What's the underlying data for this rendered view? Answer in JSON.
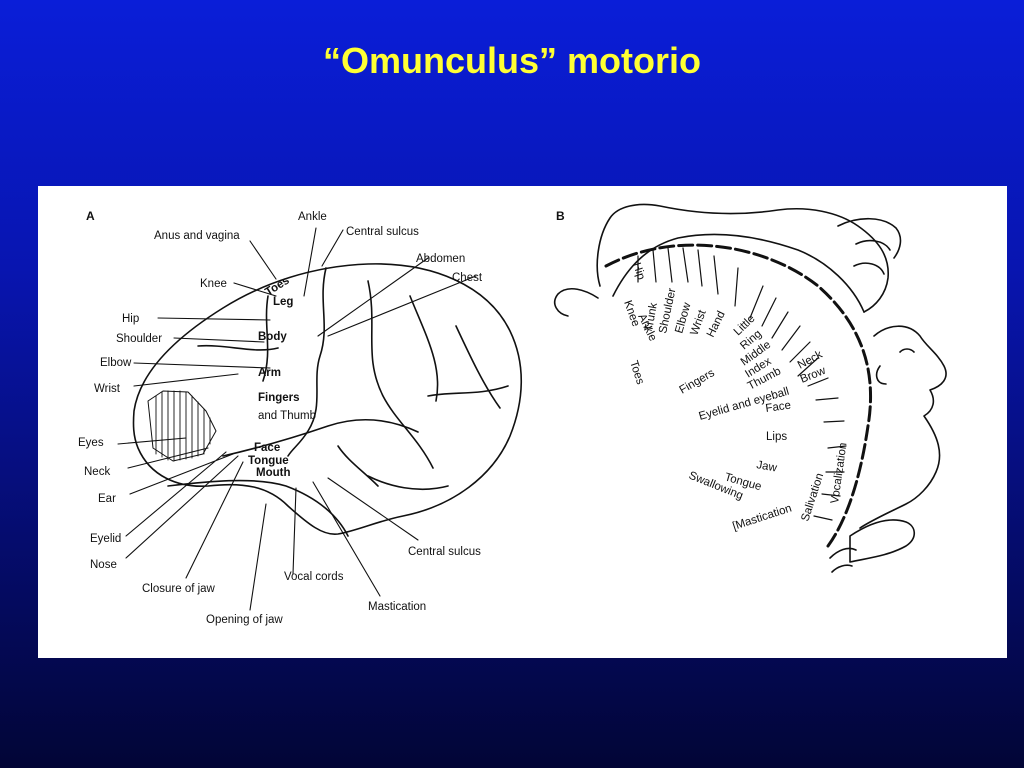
{
  "title": "“Omunculus” motorio",
  "panelA": {
    "letter": "A",
    "labels": {
      "ankle": "Ankle",
      "central_sulcus_top": "Central sulcus",
      "anus_vagina": "Anus and vagina",
      "abdomen": "Abdomen",
      "chest": "Chest",
      "knee": "Knee",
      "toes": "Toes",
      "leg": "Leg",
      "hip": "Hip",
      "shoulder": "Shoulder",
      "body": "Body",
      "elbow": "Elbow",
      "arm": "Arm",
      "wrist": "Wrist",
      "fingers": "Fingers",
      "and_thumb": "and Thumb",
      "eyes": "Eyes",
      "face": "Face",
      "tongue": "Tongue",
      "mouth": "Mouth",
      "neck": "Neck",
      "ear": "Ear",
      "eyelid": "Eyelid",
      "nose": "Nose",
      "closure_jaw": "Closure of jaw",
      "opening_jaw": "Opening of jaw",
      "vocal_cords": "Vocal cords",
      "mastication": "Mastication",
      "central_sulcus_bottom": "Central sulcus"
    }
  },
  "panelB": {
    "letter": "B",
    "labels": {
      "hip": "Hip",
      "trunk": "Trunk",
      "shoulder": "Shoulder",
      "elbow": "Elbow",
      "wrist": "Wrist",
      "hand": "Hand",
      "knee": "Knee",
      "ankle": "Ankle",
      "toes": "Toes",
      "little": "Little",
      "ring": "Ring",
      "middle": "Middle",
      "index": "Index",
      "thumb": "Thumb",
      "fingers": "Fingers",
      "neck": "Neck",
      "brow": "Brow",
      "eyelid_eyeball": "Eyelid and eyeball",
      "face": "Face",
      "lips": "Lips",
      "jaw": "Jaw",
      "tongue": "Tongue",
      "swallowing": "Swallowing",
      "mastication": "[Mastication",
      "salivation": "Salivation",
      "vocalization": "Vocalization"
    }
  }
}
